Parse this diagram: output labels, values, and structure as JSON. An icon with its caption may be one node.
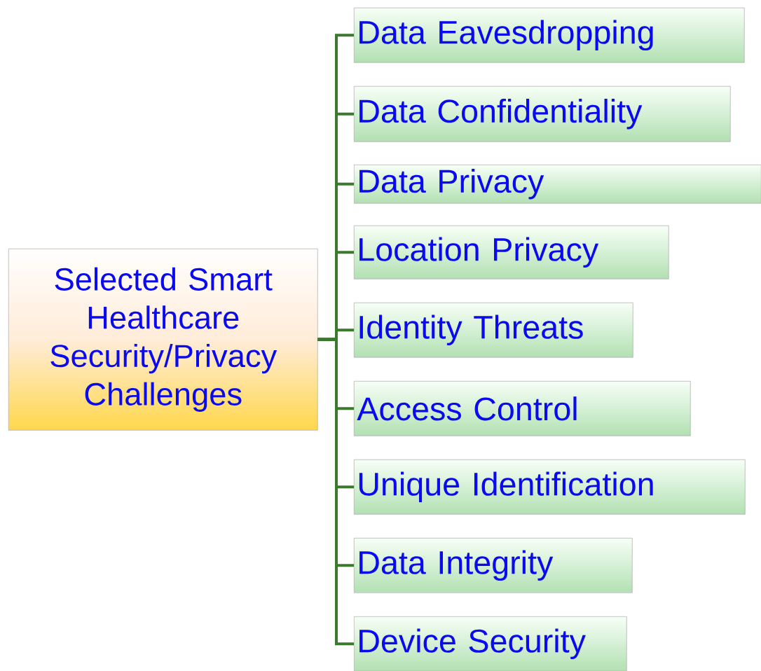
{
  "diagram": {
    "nodes": [
      {
        "text": [
          "Selected Smart Healthcare Security/Privacy Challenges"
        ]
      },
      {
        "text": [
          "Data Eavesdropping"
        ]
      },
      {
        "text": [
          "Data Confidentiality"
        ]
      },
      {
        "text": [
          "Data Privacy"
        ]
      },
      {
        "text": [
          "Location Privacy"
        ]
      },
      {
        "text": [
          "Identity Threats"
        ]
      },
      {
        "text": [
          "Access Control"
        ]
      },
      {
        "text": [
          "Unique Identification"
        ]
      },
      {
        "text": [
          "Data Integrity"
        ]
      },
      {
        "text": [
          "Device Security"
        ]
      }
    ],
    "edges": [
      {
        "from": 0,
        "to": 1,
        "arrow": "none"
      },
      {
        "from": 0,
        "to": 2,
        "arrow": "none"
      },
      {
        "from": 0,
        "to": 3,
        "arrow": "none"
      },
      {
        "from": 0,
        "to": 4,
        "arrow": "none"
      },
      {
        "from": 0,
        "to": 5,
        "arrow": "none"
      },
      {
        "from": 0,
        "to": 6,
        "arrow": "none"
      },
      {
        "from": 0,
        "to": 7,
        "arrow": "none"
      },
      {
        "from": 0,
        "to": 8,
        "arrow": "none"
      },
      {
        "from": 0,
        "to": 9,
        "arrow": "none"
      }
    ]
  }
}
